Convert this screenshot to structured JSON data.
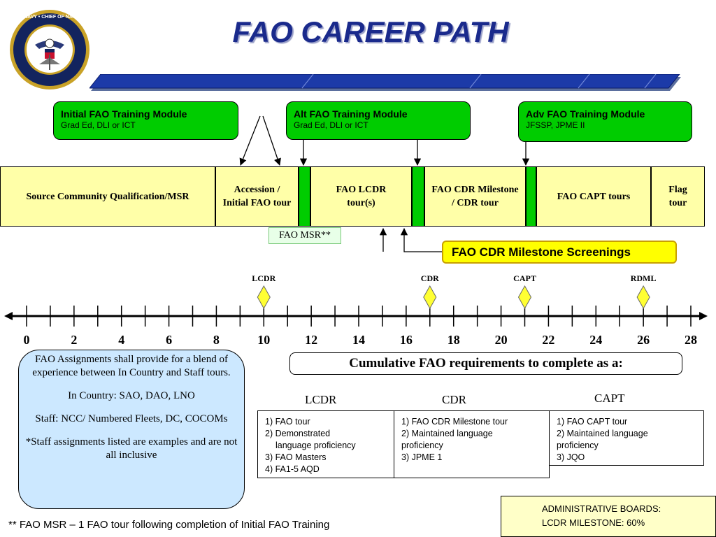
{
  "title": "FAO CAREER PATH",
  "modules": [
    {
      "heading": "Initial FAO Training Module",
      "sub": "Grad Ed, DLI  or ICT"
    },
    {
      "heading": "Alt FAO Training Module",
      "sub": "Grad Ed, DLI  or ICT"
    },
    {
      "heading": "Adv FAO Training Module",
      "sub": "JFSSP, JPME II"
    }
  ],
  "stages": {
    "source": "Source Community Qualification/MSR",
    "accession": "Accession / Initial FAO tour",
    "lcdr_tours": "FAO LCDR tour(s)",
    "cdr_tour": "FAO CDR Milestone / CDR tour",
    "capt_tours": "FAO CAPT tours",
    "flag": "Flag tour"
  },
  "msr_label": "FAO MSR**",
  "screenings_label": "FAO CDR Milestone Screenings",
  "timeline": {
    "ticks": [
      "0",
      "2",
      "4",
      "6",
      "8",
      "10",
      "12",
      "14",
      "16",
      "18",
      "20",
      "22",
      "24",
      "26",
      "28"
    ],
    "ranks": [
      {
        "label": "LCDR",
        "year": 10
      },
      {
        "label": "CDR",
        "year": 17
      },
      {
        "label": "CAPT",
        "year": 21
      },
      {
        "label": "RDML",
        "year": 26
      }
    ]
  },
  "note": {
    "p1": "FAO Assignments shall provide for a blend of experience between In Country and Staff tours.",
    "p2": "In Country: SAO, DAO, LNO",
    "p3": "Staff: NCC/ Numbered Fleets, DC, COCOMs",
    "p4": "*Staff assignments listed are examples and are not all inclusive"
  },
  "cumulative_title": "Cumulative FAO requirements to complete as a:",
  "requirements": [
    {
      "rank": "LCDR",
      "items": [
        "1) FAO tour",
        "2) Demonstrated",
        "language proficiency",
        "3) FAO Masters",
        "4) FA1-5 AQD"
      ]
    },
    {
      "rank": "CDR",
      "items": [
        "1) FAO CDR Milestone tour",
        "2) Maintained language",
        "proficiency",
        "3) JPME 1"
      ]
    },
    {
      "rank": "CAPT",
      "items": [
        "1) FAO CAPT tour",
        "2) Maintained language",
        "proficiency",
        "3) JQO"
      ]
    }
  ],
  "admin": {
    "line1": "ADMINISTRATIVE  BOARDS:",
    "line2": "LCDR MILESTONE: 60%"
  },
  "footnote": "** FAO MSR – 1 FAO tour following completion of Initial FAO Training",
  "seal_text": "UNITED STATES NAVY • CHIEF OF NAVAL OPERATIONS",
  "colors": {
    "green": "#00cc00",
    "yellow": "#ffffa8",
    "navy": "#1a2a8c",
    "diamond": "#ffff33"
  }
}
